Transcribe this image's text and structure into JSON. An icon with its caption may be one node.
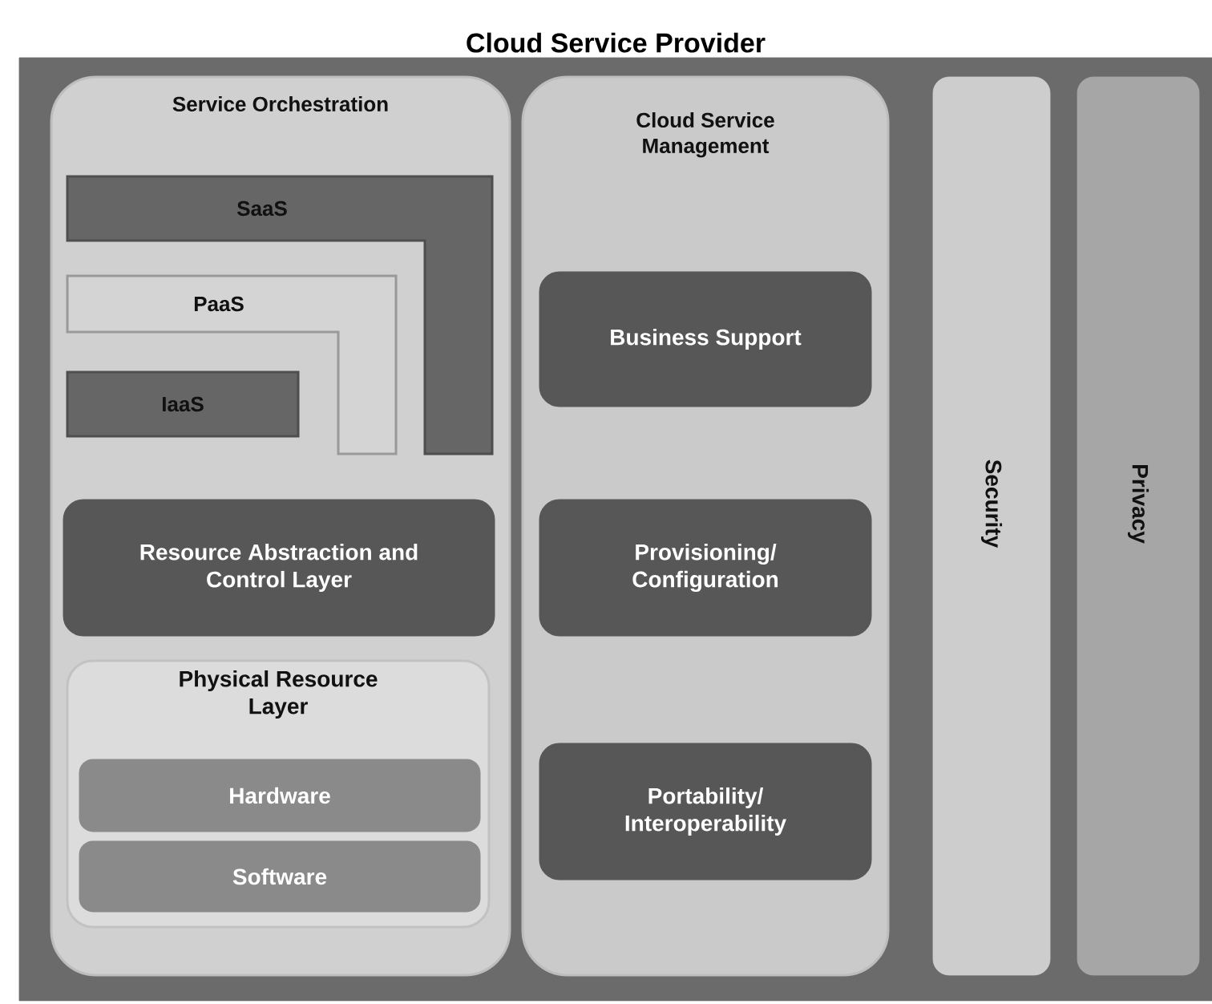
{
  "diagram": {
    "nodes": [
      {
        "text": [
          "Cloud Service Provider"
        ]
      },
      {
        "text": [
          "Service Orchestration"
        ],
        "in": 0
      },
      {
        "text": [
          "SaaS"
        ],
        "in": 1
      },
      {
        "text": [
          "PaaS"
        ],
        "in": 1
      },
      {
        "text": [
          "IaaS"
        ],
        "in": 1
      },
      {
        "text": [
          "Resource Abstraction and Control Layer"
        ],
        "in": 1
      },
      {
        "text": [
          "Physical Resource Layer"
        ],
        "in": 1
      },
      {
        "text": [
          "Hardware"
        ],
        "in": 6
      },
      {
        "text": [
          "Software"
        ],
        "in": 6
      },
      {
        "text": [
          "Cloud Service Management"
        ],
        "in": 0
      },
      {
        "text": [
          "Business Support"
        ],
        "in": 9
      },
      {
        "text": [
          "Provisioning/ Configuration"
        ],
        "in": 9
      },
      {
        "text": [
          "Portability/ Interoperability"
        ],
        "in": 9
      },
      {
        "text": [
          "Security"
        ],
        "in": 0
      },
      {
        "text": [
          "Privacy"
        ],
        "in": 0
      }
    ]
  }
}
